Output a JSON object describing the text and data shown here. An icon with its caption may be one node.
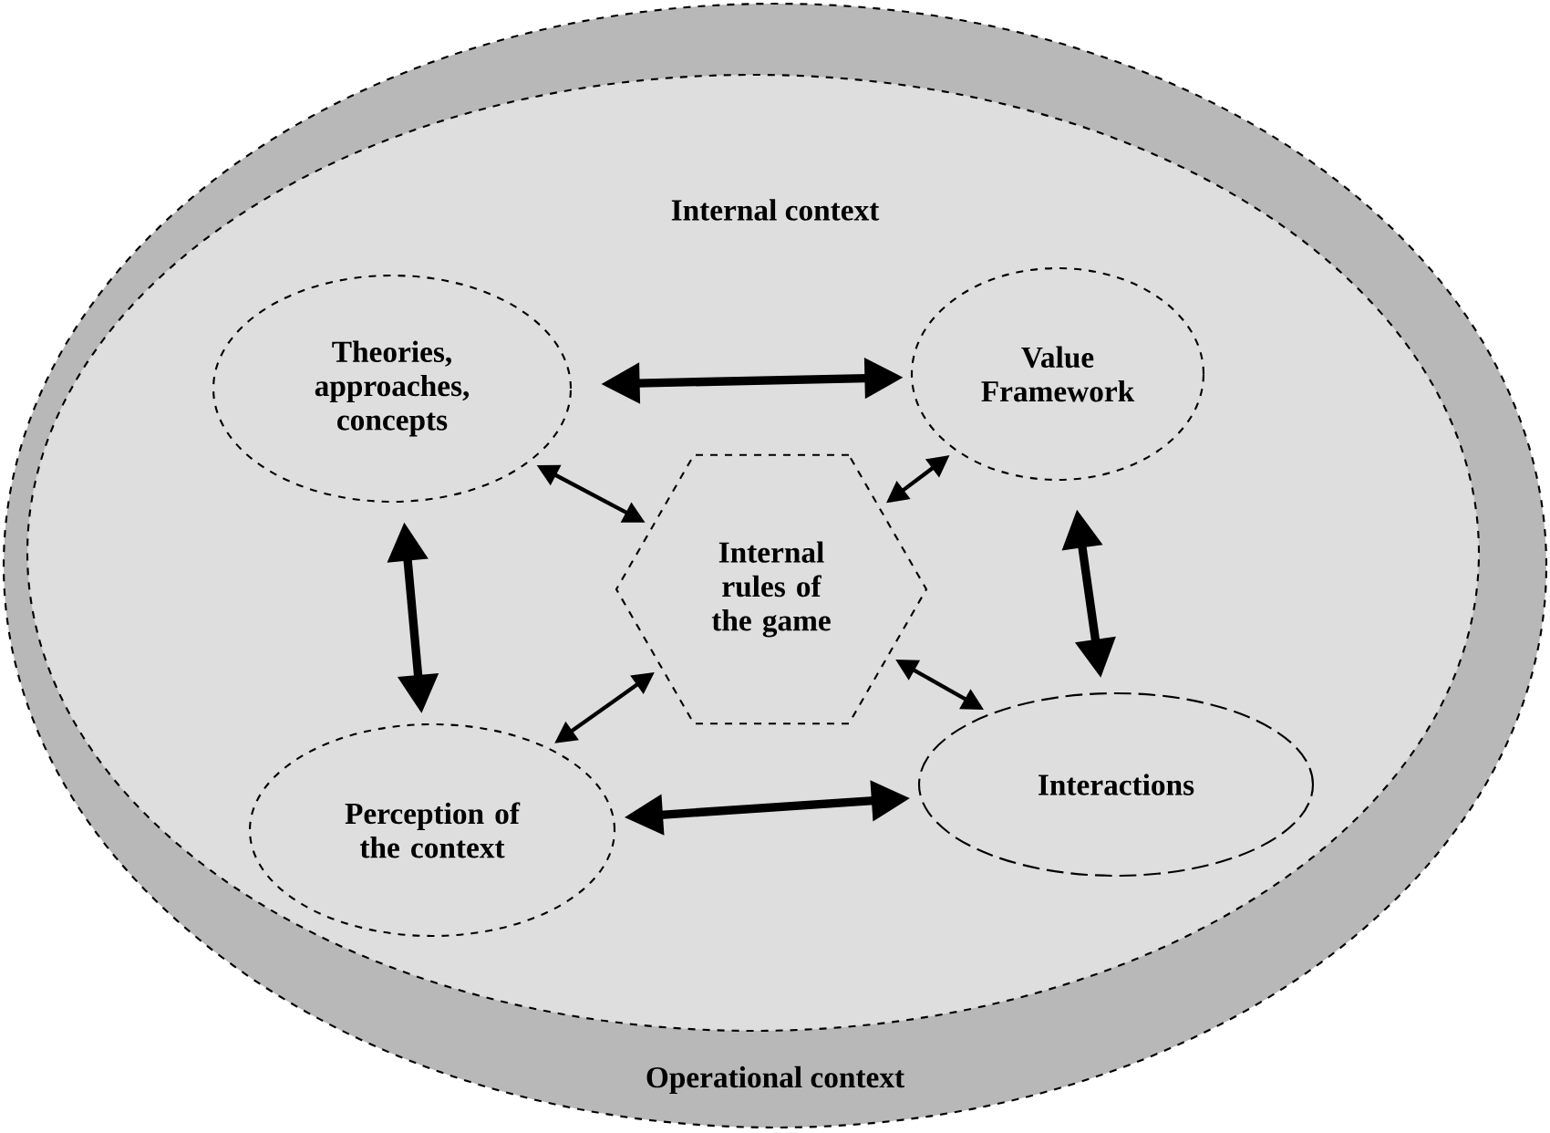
{
  "diagram": {
    "nodes": [
      {
        "text": [
          "Operational context"
        ]
      },
      {
        "text": [
          "Internal context"
        ],
        "in": 0
      },
      {
        "text": [
          "Theories, approaches, concepts"
        ],
        "in": 1
      },
      {
        "text": [
          "Value Framework"
        ],
        "in": 1
      },
      {
        "text": [
          "Internal rules of the game"
        ],
        "in": 1
      },
      {
        "text": [
          "Perception of the context"
        ],
        "in": 1
      },
      {
        "text": [
          "Interactions"
        ],
        "in": 1
      }
    ],
    "edges": [
      {
        "from": 2,
        "to": 3,
        "arrow": "both",
        "style": "thick"
      },
      {
        "from": 2,
        "to": 5,
        "arrow": "both",
        "style": "thick"
      },
      {
        "from": 3,
        "to": 6,
        "arrow": "both",
        "style": "thick"
      },
      {
        "from": 5,
        "to": 6,
        "arrow": "both",
        "style": "thick"
      },
      {
        "from": 2,
        "to": 4,
        "arrow": "both"
      },
      {
        "from": 3,
        "to": 4,
        "arrow": "both"
      },
      {
        "from": 5,
        "to": 4,
        "arrow": "both"
      },
      {
        "from": 6,
        "to": 4,
        "arrow": "both"
      }
    ]
  }
}
